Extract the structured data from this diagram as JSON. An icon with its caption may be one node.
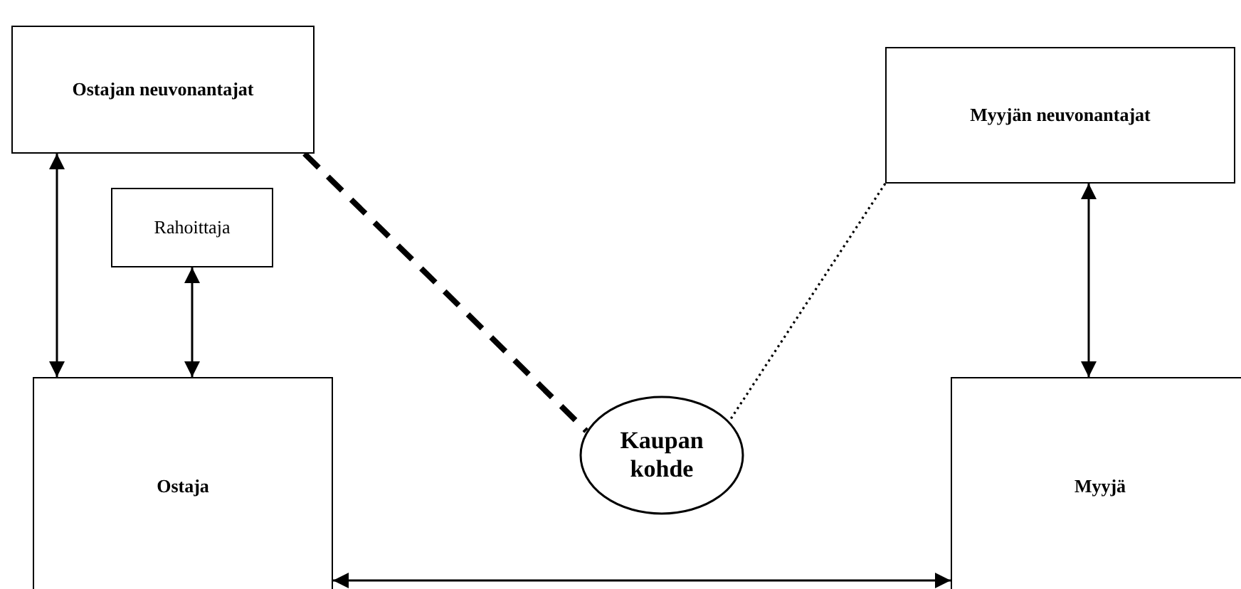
{
  "diagram": {
    "nodes": [
      {
        "text": [
          "Ostajan neuvonantajat"
        ]
      },
      {
        "text": [
          "Rahoittaja"
        ]
      },
      {
        "text": [
          "Ostaja"
        ]
      },
      {
        "text": [
          "Kaupan kohde"
        ]
      },
      {
        "text": [
          "Myyjän neuvonantajat"
        ]
      },
      {
        "text": [
          "Myyjä"
        ]
      }
    ],
    "edges": [
      {
        "from": 0,
        "to": 2,
        "arrow": "both"
      },
      {
        "from": 1,
        "to": 2,
        "arrow": "both"
      },
      {
        "from": 0,
        "to": 3,
        "arrow": "none",
        "style": "dashed"
      },
      {
        "from": 4,
        "to": 3,
        "arrow": "none",
        "style": "dashed"
      },
      {
        "from": 4,
        "to": 5,
        "arrow": "both"
      },
      {
        "from": 2,
        "to": 5,
        "arrow": "both"
      }
    ]
  }
}
